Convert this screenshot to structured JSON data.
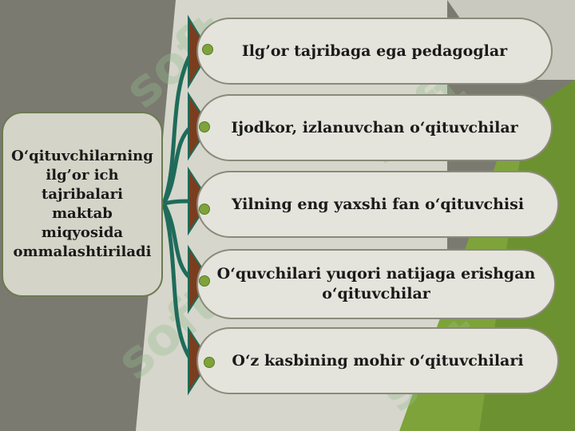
{
  "center": {
    "text": "O‘qituvchilarning ilg’or ich tajribalari maktab miqyosida ommalashtiriladi"
  },
  "items": [
    {
      "label": "Ilg’or tajribaga ega pedagoglar"
    },
    {
      "label": "Ijodkor, izlanuvchan o‘qituvchilar"
    },
    {
      "label": "Yilning eng yaxshi fan o‘qituvchisi"
    },
    {
      "label": "O‘quvchilari yuqori natijaga erishgan o‘qituvchilar"
    },
    {
      "label": "O‘z kasbining mohir o‘qituvchilari"
    }
  ],
  "colors": {
    "background": "#7a7a71",
    "accent": "#7ea33a",
    "arrow": "#1f6b5a",
    "arrow_fill": "#7a3e1e"
  },
  "watermark": "soft"
}
